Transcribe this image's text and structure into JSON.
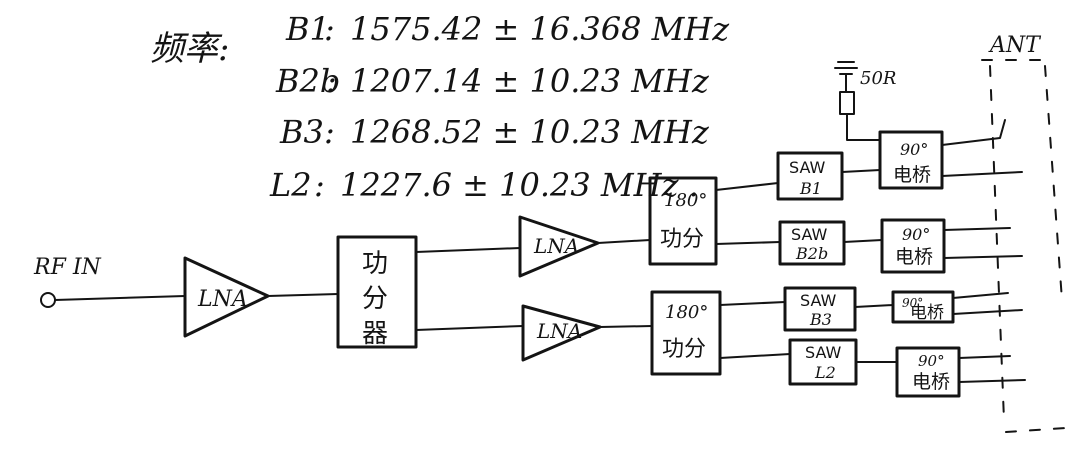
{
  "title": "频率:",
  "bands": [
    {
      "name": "B1",
      "sep": ":",
      "freq": "1575.42 ± 16.368 MHz"
    },
    {
      "name": "B2b",
      "sep": ":",
      "freq": "1207.14 ± 10.23 MHz"
    },
    {
      "name": "B3",
      "sep": ":",
      "freq": "1268.52 ± 10.23 MHz"
    },
    {
      "name": "L2",
      "sep": ":",
      "freq": "1227.6 ± 10.23 MHz ."
    }
  ],
  "rf_in": "RF IN",
  "ant": "ANT",
  "resistor": "50R",
  "lna": "LNA",
  "splitter_main": [
    "功",
    "分",
    "器"
  ],
  "splitter_180": {
    "deg": "180°",
    "name": "功分"
  },
  "saw": "SAW",
  "saw_b1": "B1",
  "saw_b2b": "B2b",
  "saw_b3": "B3",
  "saw_l2": "L2",
  "bridge_deg": "90°",
  "bridge_name": "电桥"
}
